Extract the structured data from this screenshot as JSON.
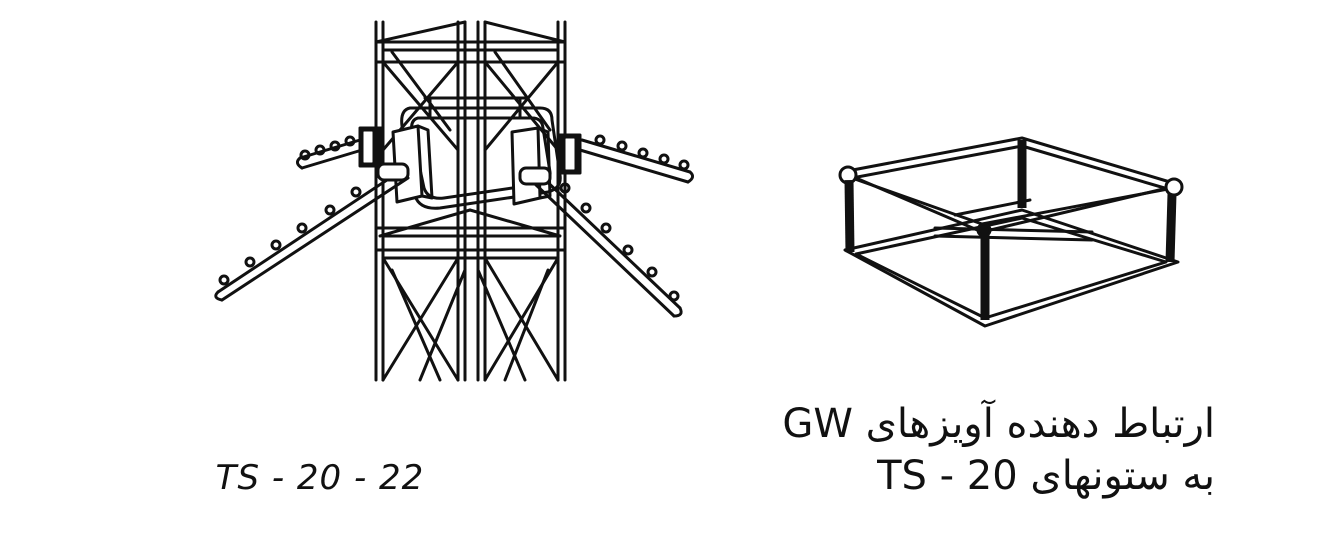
{
  "left_figure": {
    "caption": "TS - 20 - 22"
  },
  "right_figure": {
    "caption_line1": "ارتباط دهنده آویزهای GW",
    "caption_line2": "به ستونهای 20 - TS"
  },
  "colors": {
    "ink": "#111111",
    "background": "#ffffff"
  }
}
